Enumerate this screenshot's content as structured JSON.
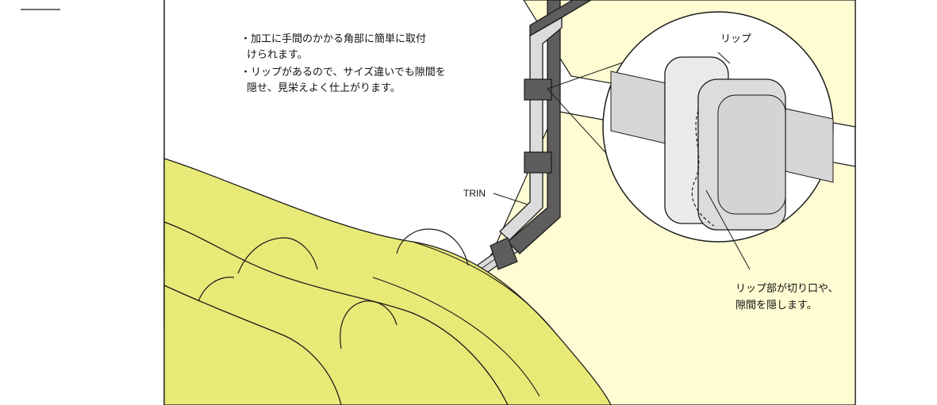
{
  "figure": {
    "description_lines": [
      "・加工に手間のかかる角部に簡単に取付",
      "けられます。",
      "・リップがあるので、サイズ違いでも隙間を",
      "隠せ、見栄えよく仕上がります。"
    ],
    "label_trin": "TRIN",
    "label_lip": "リップ",
    "callout_lines": [
      "リップ部が切り口や、",
      "隙間を隠します。"
    ]
  },
  "colors": {
    "insulation_yellow": "#e9e978",
    "wall_cream": "#fffbd2",
    "duct_dark": "#5d5d5d",
    "duct_light": "#dcdcdc",
    "outline": "#1a1a1a"
  }
}
